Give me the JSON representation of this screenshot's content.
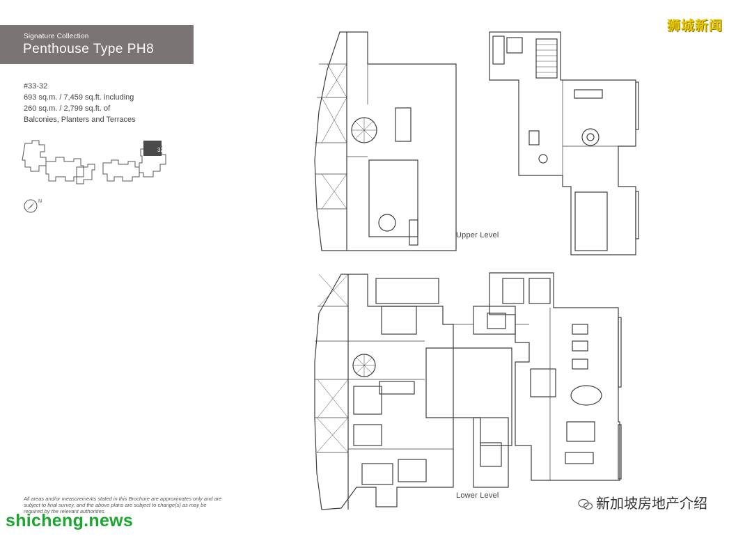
{
  "header": {
    "collection": "Signature Collection",
    "title": "Penthouse Type PH8"
  },
  "unit": {
    "number": "#33-32",
    "area_line1": "693 sq.m. / 7,459 sq.ft. including",
    "area_line2": "260 sq.m. / 2,799 sq.ft. of",
    "area_line3": "Balconies, Planters and Terraces"
  },
  "keyplan": {
    "highlight_label": "32"
  },
  "compass": {
    "north_label": "N"
  },
  "levels": {
    "upper": "Upper Level",
    "lower": "Lower Level"
  },
  "disclaimer": "All areas and/or measurements stated in this Brochure are approximates only and are subject to final survey, and the above plans are subject to change(s) as may be required by the relevant authorities.",
  "watermarks": {
    "top_right": "狮城新闻",
    "bottom_left": "shicheng.news",
    "wechat_account": "新加坡房地产介绍"
  },
  "colors": {
    "banner": "#7b7474",
    "wm_yellow": "#e6c800",
    "wm_green": "#1aa62f",
    "keyplan_highlight": "#4a4a4a"
  }
}
